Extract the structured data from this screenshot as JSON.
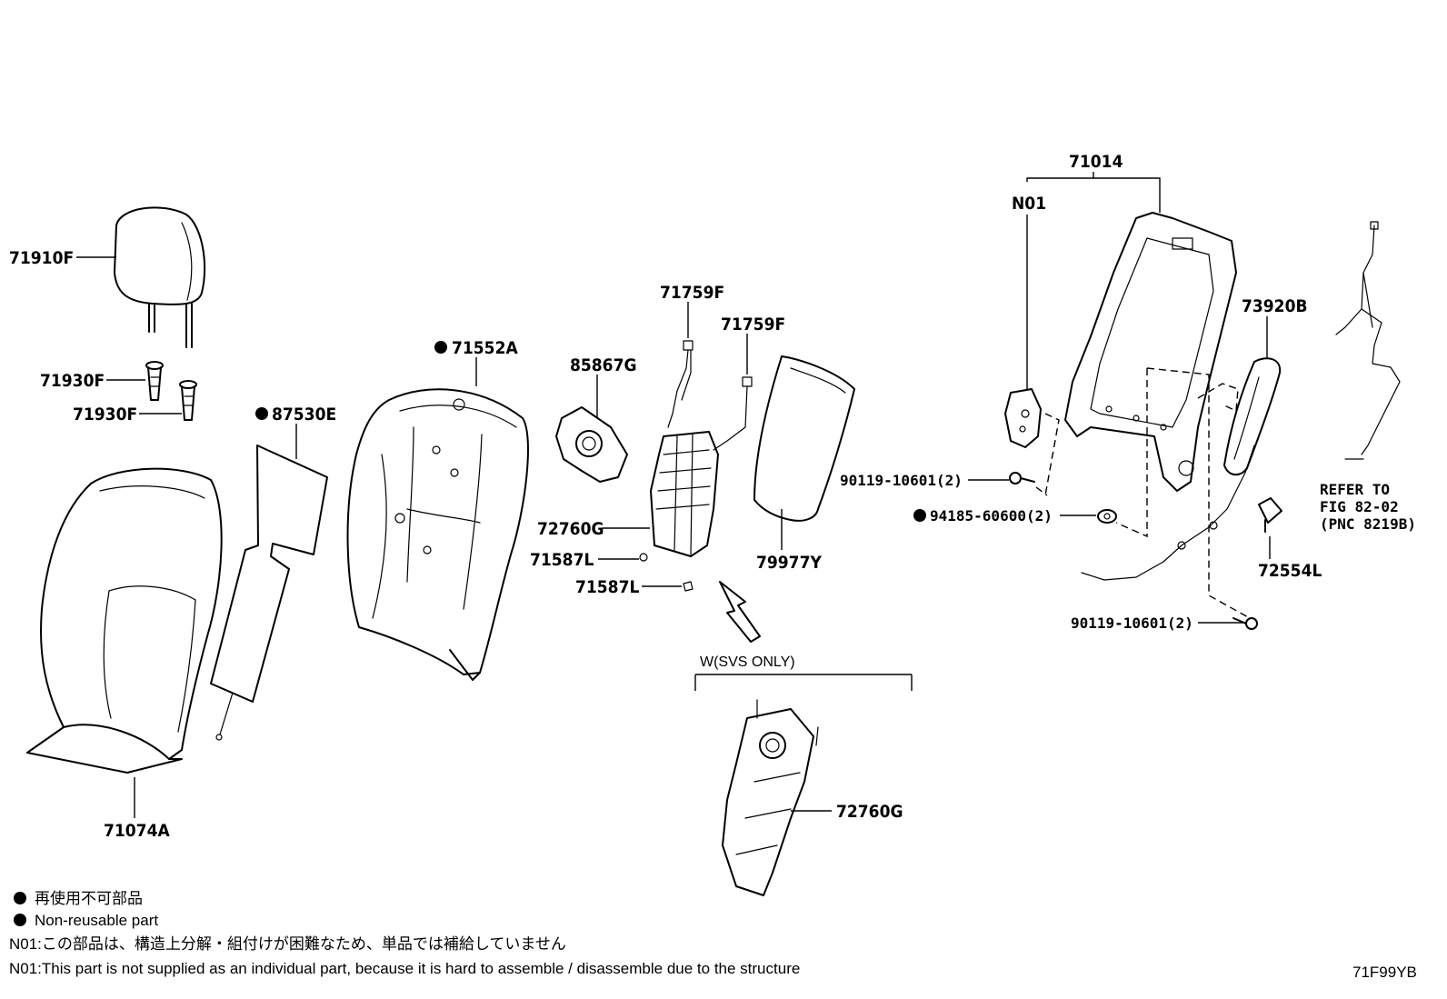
{
  "parts": {
    "p71910F": "71910F",
    "p71930F_a": "71930F",
    "p71930F_b": "71930F",
    "p87530E": "87530E",
    "p71552A": "71552A",
    "p85867G": "85867G",
    "p71759F_a": "71759F",
    "p71759F_b": "71759F",
    "p72760G_a": "72760G",
    "p71587L_a": "71587L",
    "p71587L_b": "71587L",
    "p79977Y": "79977Y",
    "p71074A": "71074A",
    "p72760G_b": "72760G",
    "p71014": "71014",
    "pN01": "N01",
    "p73920B": "73920B",
    "p90119_a": "90119-10601(2)",
    "p94185": "94185-60600(2)",
    "p72554L": "72554L",
    "p90119_b": "90119-10601(2)"
  },
  "refer": {
    "line1": "REFER TO",
    "line2": "FIG 82-02",
    "line3": "(PNC 8219B)"
  },
  "svs_label": "W(SVS ONLY)",
  "legend": {
    "jp_nonreusable": "再使用不可部品",
    "en_nonreusable": "Non-reusable part",
    "n01_jp": "N01:この部品は、構造上分解・組付けが困難なため、単品では補給していません",
    "n01_en": "N01:This part is not supplied as an individual part, because it is hard to assemble / disassemble due to the structure"
  },
  "figure_id": "71F99YB"
}
